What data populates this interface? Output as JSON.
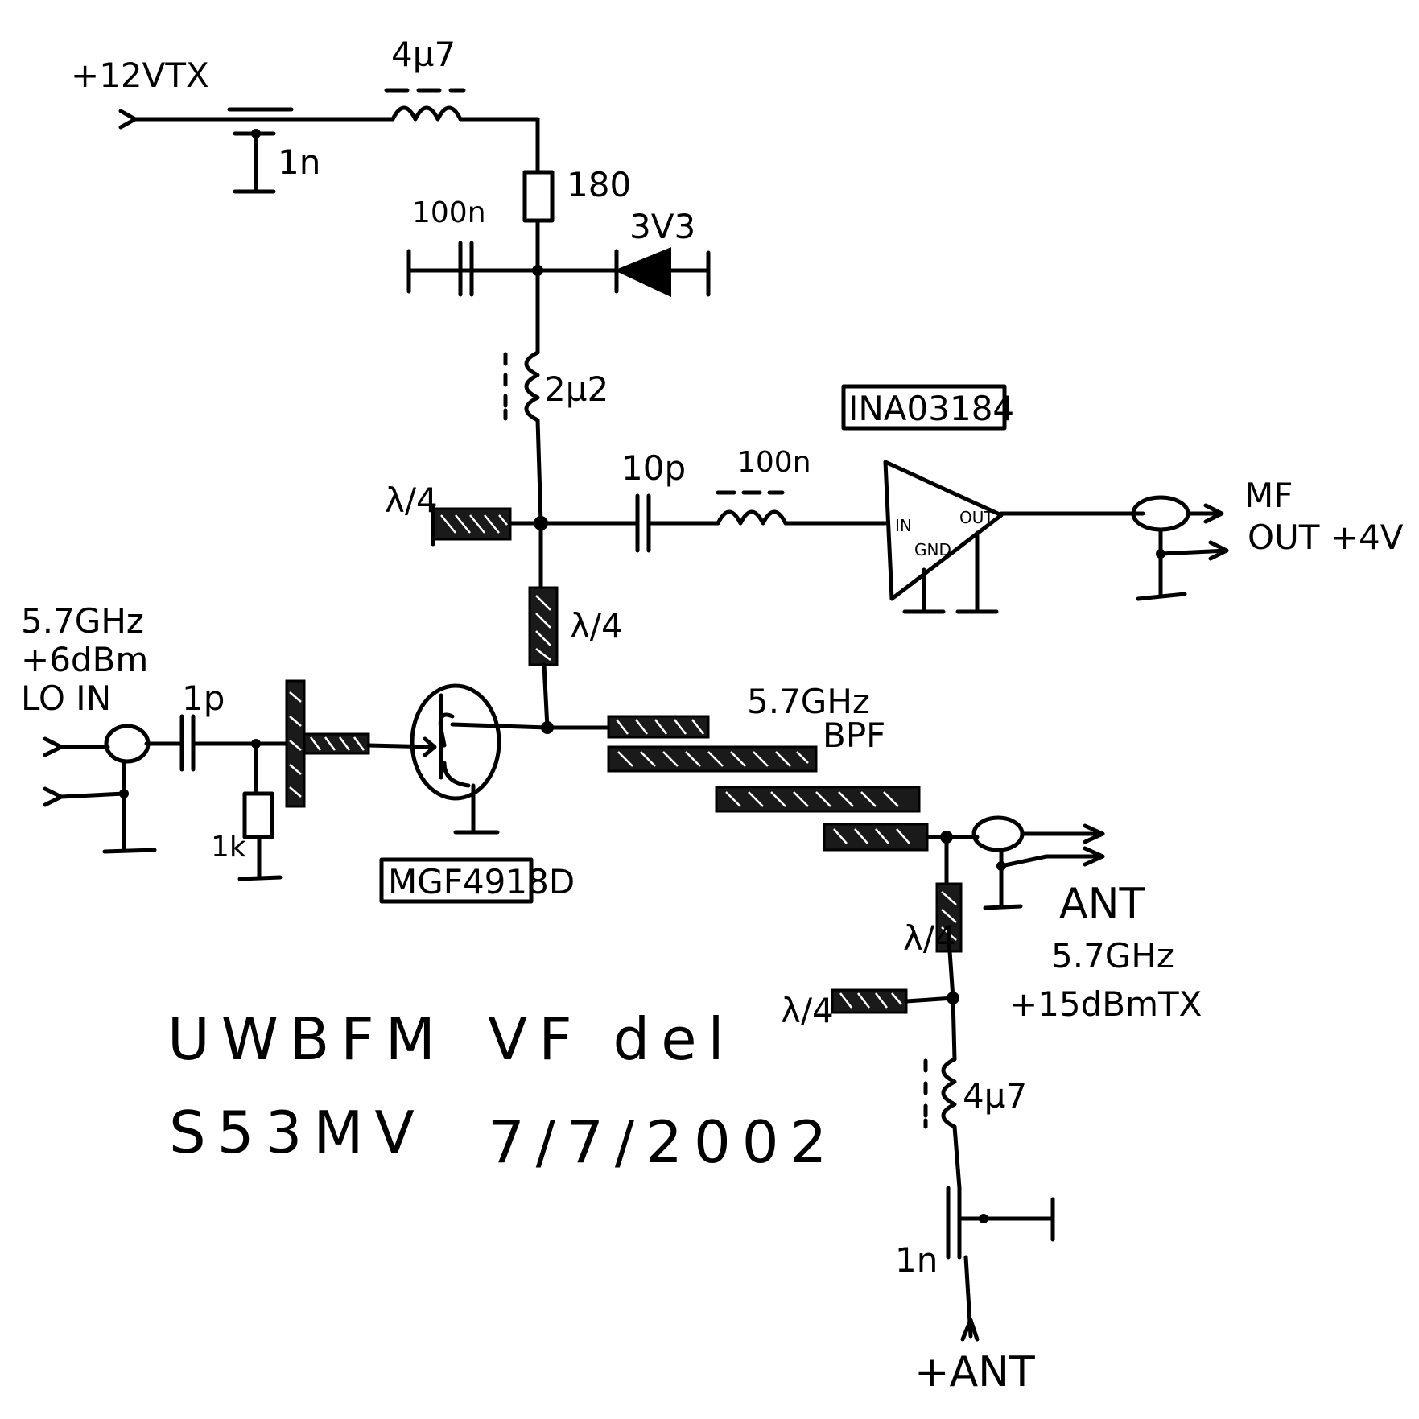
{
  "supply": {
    "label": "+12VTX",
    "choke_label": "4µ7",
    "bypass_cap_label": "1n"
  },
  "bias": {
    "resistor_label": "180",
    "cap_label": "100n",
    "zener_label": "3V3",
    "choke_label": "2µ2"
  },
  "mid": {
    "stub_label": "λ/4",
    "coupling_cap_label": "10p",
    "inductor_label": "100n",
    "drain_line_label": "λ/4"
  },
  "amplifier": {
    "part_label": "INA03184",
    "in_label": "IN",
    "out_label": "OUT",
    "gnd_label": "GND"
  },
  "mf_output": {
    "line1": "MF",
    "line2": "OUT +4V"
  },
  "lo_input": {
    "line1": "5.7GHz",
    "line2": "+6dBm",
    "line3": "LO IN",
    "cap_label": "1p",
    "resistor_label": "1k"
  },
  "fet": {
    "part_label": "MGF4918D"
  },
  "bpf": {
    "line1": "5.7GHz",
    "line2": "BPF"
  },
  "antenna": {
    "label": "ANT",
    "freq": "5.7GHz",
    "power": "+15dBmTX",
    "stub1_label": "λ/4",
    "stub2_label": "λ/4",
    "choke_label": "4µ7",
    "cap_label": "1n",
    "bias_label": "+ANT"
  },
  "title_block": {
    "line1_left": "UWBFM",
    "line1_right": "VF del",
    "line2_left": "S53MV",
    "line2_right": "7/7/2002"
  }
}
